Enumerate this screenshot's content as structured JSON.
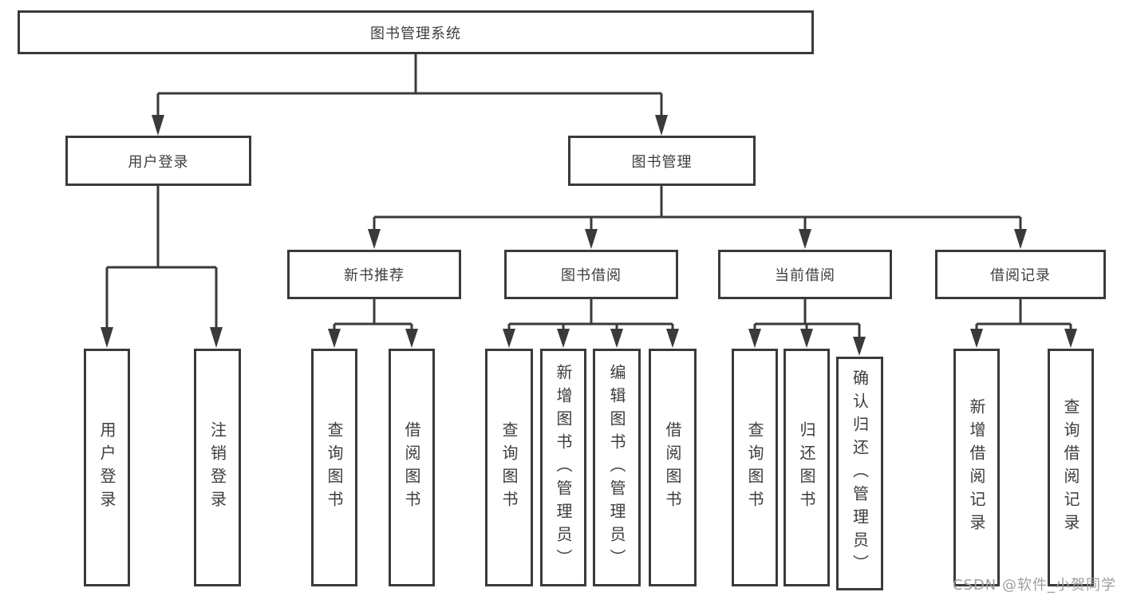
{
  "colors": {
    "line": "#3a3a3a",
    "box_border": "#3a3a3a",
    "box_fill": "#ffffff",
    "text": "#3d3d3d",
    "watermark": "#9e9e9e"
  },
  "tree": {
    "label": "图书管理系统",
    "children": [
      {
        "label": "用户登录",
        "children": [
          {
            "label": "用户登录"
          },
          {
            "label": "注销登录"
          }
        ]
      },
      {
        "label": "图书管理",
        "children": [
          {
            "label": "新书推荐",
            "children": [
              {
                "label": "查询图书"
              },
              {
                "label": "借阅图书"
              }
            ]
          },
          {
            "label": "图书借阅",
            "children": [
              {
                "label": "查询图书"
              },
              {
                "label": "新增图书（管理员）"
              },
              {
                "label": "编辑图书（管理员）"
              },
              {
                "label": "借阅图书"
              }
            ]
          },
          {
            "label": "当前借阅",
            "children": [
              {
                "label": "查询图书"
              },
              {
                "label": "归还图书"
              },
              {
                "label": "确认归还（管理员）"
              }
            ]
          },
          {
            "label": "借阅记录",
            "children": [
              {
                "label": "新增借阅记录"
              },
              {
                "label": "查询借阅记录"
              }
            ]
          }
        ]
      }
    ]
  },
  "watermark": {
    "text": "CSDN @软件_小贺同学"
  }
}
